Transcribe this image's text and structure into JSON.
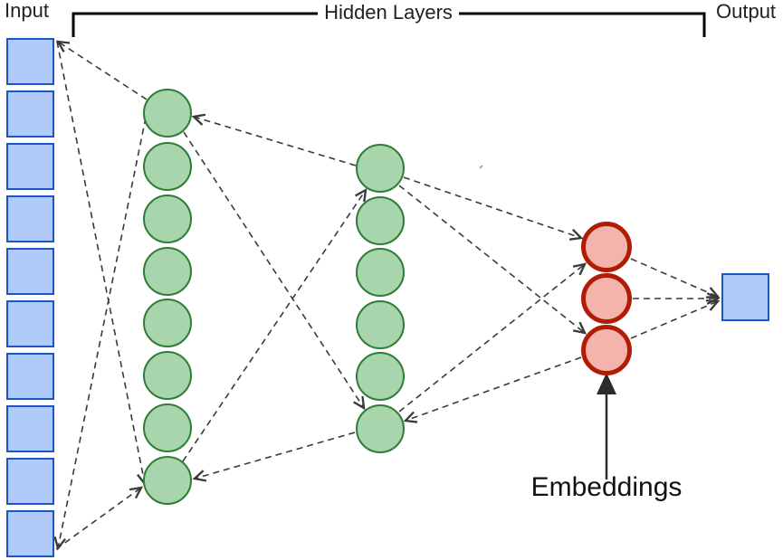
{
  "labels": {
    "input": "Input",
    "hidden_layers": "Hidden Layers",
    "output": "Output",
    "embeddings": "Embeddings"
  },
  "diagram": {
    "type": "neural-network-autoencoder",
    "layers": [
      {
        "name": "input",
        "shape": "square",
        "count": 10,
        "fill": "#aecbfa",
        "stroke": "#1b55c8"
      },
      {
        "name": "hidden-layer-1",
        "shape": "circle",
        "count": 8,
        "fill": "#a8d5ab",
        "stroke": "#2e7d36"
      },
      {
        "name": "hidden-layer-2",
        "shape": "circle",
        "count": 6,
        "fill": "#a8d5ab",
        "stroke": "#2e7d36"
      },
      {
        "name": "embeddings",
        "shape": "circle",
        "count": 3,
        "fill": "#f4b4ab",
        "stroke": "#b01c06"
      },
      {
        "name": "output",
        "shape": "square",
        "count": 1,
        "fill": "#aecbfa",
        "stroke": "#1b55c8"
      }
    ],
    "connector_style": "dashed-arrow",
    "line_color": "#3a3a3a",
    "bracket_color": "#000000"
  }
}
